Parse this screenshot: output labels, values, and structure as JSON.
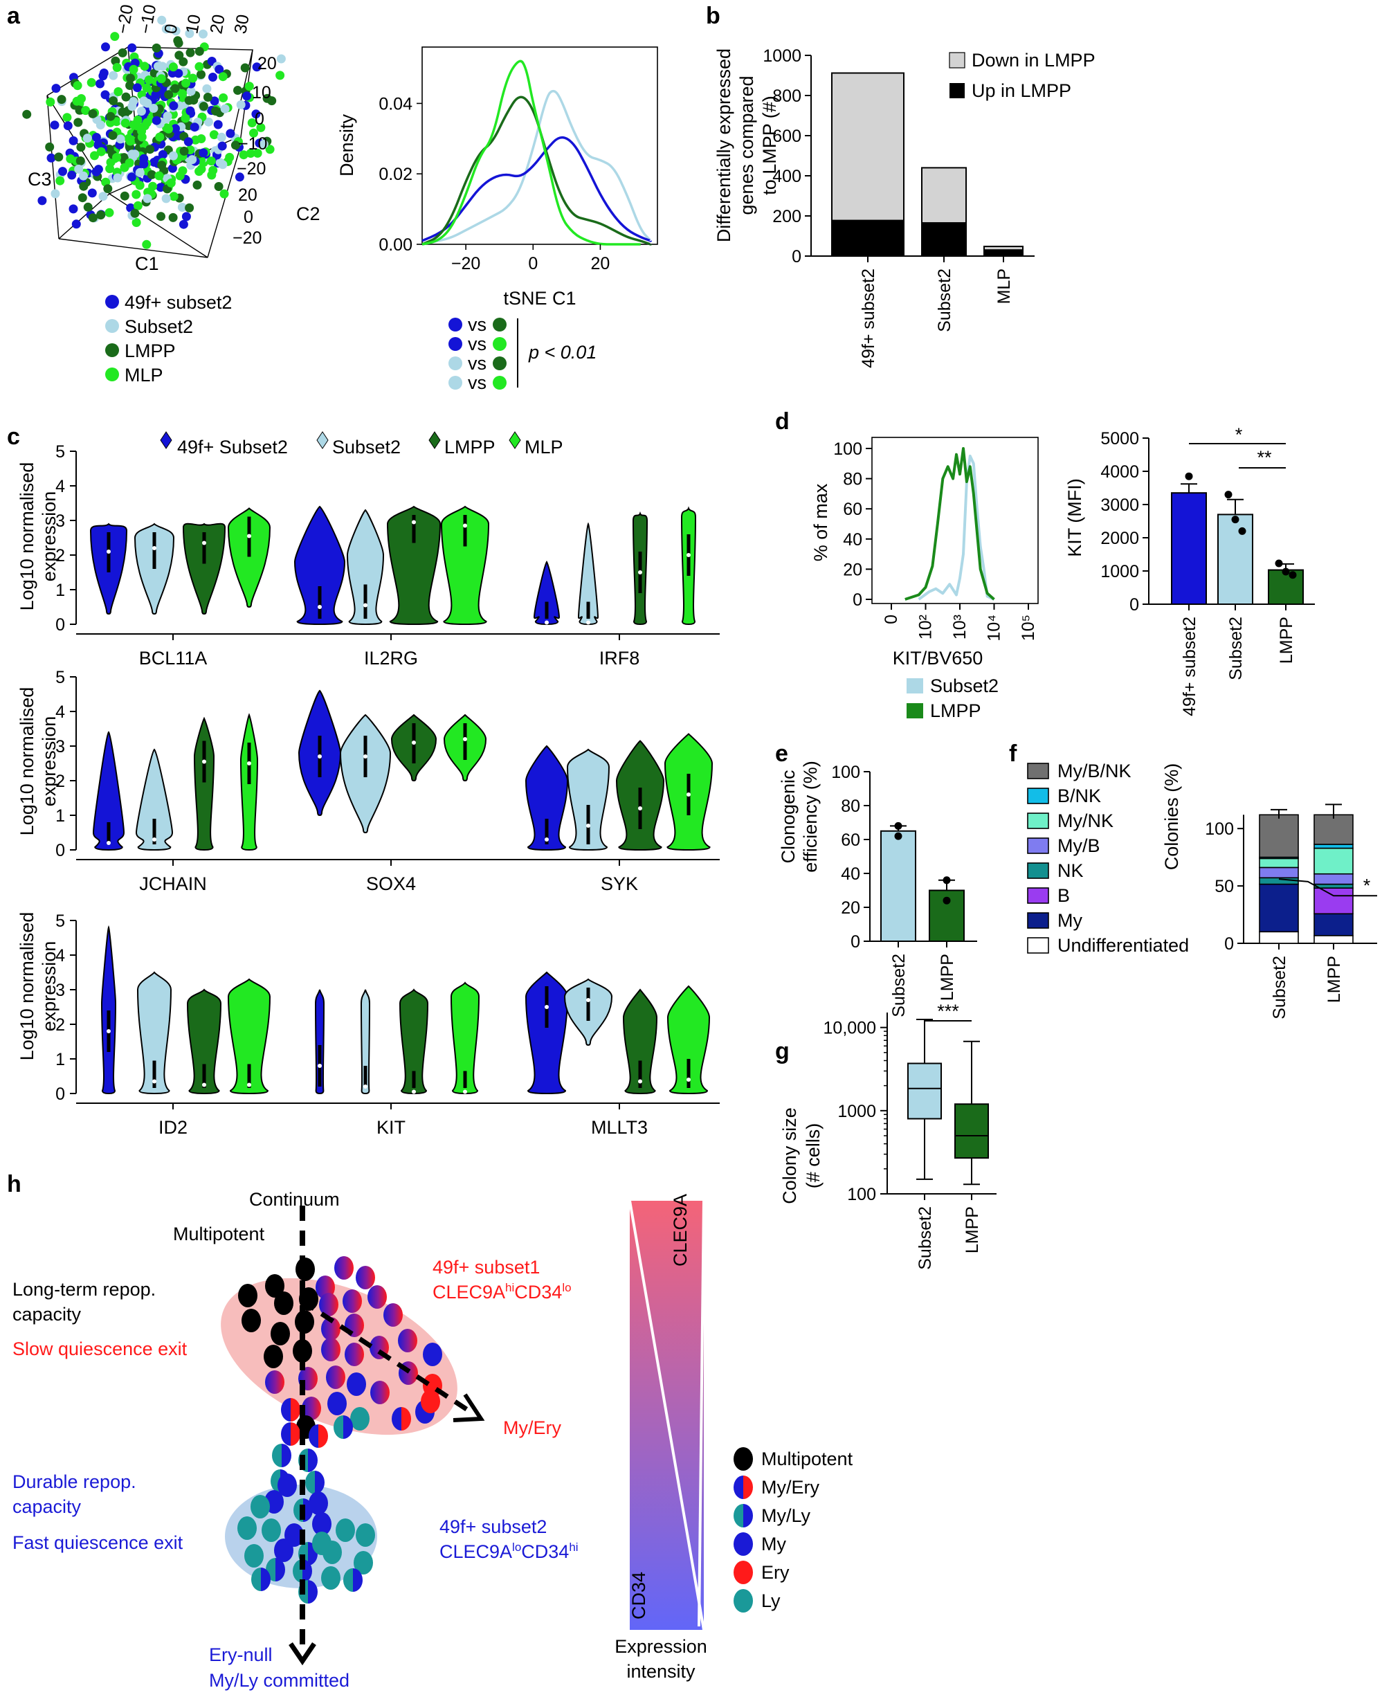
{
  "colors": {
    "f49": "#1414d6",
    "subset2": "#add8e6",
    "lmpp": "#1a6b1a",
    "mlp": "#22e822",
    "my_b_nk": "#707070",
    "b_nk": "#12bde8",
    "my_nk": "#6ff0c8",
    "my_b": "#7f7cf0",
    "nk": "#139090",
    "b": "#9a3cf0",
    "my": "#0c1f8c",
    "undiff": "#ffffff",
    "red": "#ff1a1a",
    "blue": "#1a1ad6",
    "teal": "#1a9999",
    "black": "#000000"
  },
  "panels": {
    "a": "a",
    "b": "b",
    "c": "c",
    "d": "d",
    "e": "e",
    "f": "f",
    "g": "g",
    "h": "h"
  },
  "panel_a": {
    "axis_labels": {
      "c1": "C1",
      "c2": "C2",
      "c3": "C3"
    },
    "top_ticks": [
      "−20",
      "−10",
      "0",
      "10",
      "20",
      "30"
    ],
    "right_ticks": [
      "20",
      "10",
      "0",
      "−10",
      "−20"
    ],
    "depth_ticks": [
      "20",
      "0",
      "−20"
    ],
    "legend": [
      "49f+ subset2",
      "Subset2",
      "LMPP",
      "MLP"
    ],
    "pvalue": "p < 0.01",
    "vs": "vs"
  },
  "chart_data": [
    {
      "id": "a-density",
      "type": "line",
      "xlabel": "tSNE C1",
      "ylabel": "Density",
      "xticks": [
        "−20",
        "0",
        "20"
      ],
      "yticks": [
        "0.00",
        "0.02",
        "0.04"
      ],
      "xlim": [
        -33,
        37
      ],
      "ylim": [
        0,
        0.056
      ],
      "series": [
        {
          "name": "49f+ subset2",
          "x": [
            -33,
            -28,
            -24,
            -20,
            -16,
            -12,
            -8,
            -4,
            0,
            4,
            8,
            12,
            16,
            20,
            24,
            28,
            32,
            35
          ],
          "y": [
            0.001,
            0.003,
            0.006,
            0.011,
            0.016,
            0.019,
            0.02,
            0.019,
            0.022,
            0.027,
            0.031,
            0.029,
            0.022,
            0.014,
            0.008,
            0.004,
            0.002,
            0.001
          ]
        },
        {
          "name": "Subset2",
          "x": [
            -33,
            -28,
            -24,
            -20,
            -16,
            -12,
            -8,
            -4,
            0,
            4,
            6,
            8,
            12,
            16,
            20,
            24,
            28,
            32,
            35
          ],
          "y": [
            0.0,
            0.001,
            0.002,
            0.004,
            0.006,
            0.008,
            0.01,
            0.015,
            0.027,
            0.042,
            0.044,
            0.042,
            0.032,
            0.025,
            0.024,
            0.022,
            0.014,
            0.004,
            0.001
          ]
        },
        {
          "name": "LMPP",
          "x": [
            -33,
            -28,
            -24,
            -20,
            -16,
            -12,
            -8,
            -4,
            0,
            4,
            8,
            12,
            16,
            20,
            24,
            28,
            32,
            35
          ],
          "y": [
            0.0,
            0.002,
            0.008,
            0.018,
            0.026,
            0.029,
            0.037,
            0.043,
            0.039,
            0.026,
            0.014,
            0.008,
            0.007,
            0.006,
            0.004,
            0.002,
            0.001,
            0.0
          ]
        },
        {
          "name": "MLP",
          "x": [
            -33,
            -28,
            -24,
            -20,
            -16,
            -12,
            -8,
            -4,
            -2,
            0,
            4,
            8,
            12,
            16,
            20,
            24,
            28,
            32
          ],
          "y": [
            0.0,
            0.001,
            0.005,
            0.014,
            0.025,
            0.03,
            0.047,
            0.053,
            0.05,
            0.04,
            0.025,
            0.008,
            0.003,
            0.001,
            0.0,
            0.0,
            0.0,
            0.0
          ]
        }
      ]
    },
    {
      "id": "b",
      "type": "bar",
      "stacked": true,
      "ylabel": "Differentially expressed genes compared to LMPP (#)",
      "categories": [
        "49f+ subset2",
        "Subset2",
        "MLP"
      ],
      "series": [
        {
          "name": "Up in LMPP",
          "values": [
            177,
            165,
            30
          ]
        },
        {
          "name": "Down in LMPP",
          "values": [
            735,
            275,
            18
          ]
        }
      ],
      "ylim": [
        0,
        1000
      ],
      "yticks": [
        "0",
        "200",
        "400",
        "600",
        "800",
        "1000"
      ],
      "legend_position": "top-right"
    },
    {
      "id": "c",
      "type": "violin",
      "ylabel": "Log10 normalised expression",
      "yticks": [
        "0",
        "1",
        "2",
        "3",
        "4",
        "5"
      ],
      "legend": [
        "49f+ Subset2",
        "Subset2",
        "LMPP",
        "MLP"
      ],
      "genes": [
        "BCL11A",
        "IL2RG",
        "IRF8",
        "JCHAIN",
        "SOX4",
        "SYK",
        "ID2",
        "KIT",
        "MLLT3"
      ],
      "medians": [
        [
          2.1,
          2.2,
          2.35,
          2.55
        ],
        [
          0.5,
          0.55,
          2.95,
          2.85
        ],
        [
          0.05,
          0.05,
          1.5,
          2.0
        ],
        [
          0.2,
          0.3,
          2.55,
          2.5
        ],
        [
          2.7,
          2.7,
          3.1,
          3.2
        ],
        [
          0.3,
          0.7,
          1.2,
          1.6
        ],
        [
          1.8,
          0.35,
          0.25,
          0.25
        ],
        [
          0.8,
          0.2,
          0.05,
          0.05
        ],
        [
          2.5,
          2.7,
          0.35,
          0.4
        ]
      ]
    },
    {
      "id": "d-histogram",
      "type": "line",
      "xlabel": "KIT/BV650",
      "ylabel": "% of max",
      "xticks": [
        "0",
        "10²",
        "10³",
        "10⁴",
        "10⁵"
      ],
      "yticks": [
        "0",
        "20",
        "40",
        "60",
        "80",
        "100"
      ],
      "series": [
        {
          "name": "Subset2",
          "x": [
            1.8,
            2.1,
            2.3,
            2.5,
            2.7,
            2.9,
            3.0,
            3.1,
            3.2,
            3.3,
            3.4,
            3.5,
            3.6,
            3.7,
            3.8,
            4.0
          ],
          "y": [
            0,
            5,
            7,
            4,
            10,
            3,
            14,
            30,
            78,
            95,
            90,
            60,
            35,
            20,
            2,
            0
          ]
        },
        {
          "name": "LMPP",
          "x": [
            1.4,
            1.8,
            2.0,
            2.2,
            2.35,
            2.5,
            2.65,
            2.8,
            2.9,
            3.0,
            3.1,
            3.2,
            3.3,
            3.4,
            3.6,
            3.8,
            4.0
          ],
          "y": [
            0,
            3,
            8,
            22,
            50,
            80,
            88,
            80,
            96,
            83,
            100,
            78,
            88,
            70,
            20,
            4,
            0
          ]
        }
      ]
    },
    {
      "id": "d-mfi",
      "type": "bar",
      "ylabel": "KIT (MFI)",
      "categories": [
        "49f+ subset2",
        "Subset2",
        "LMPP"
      ],
      "values": [
        3350,
        2700,
        1030
      ],
      "errors": [
        270,
        450,
        180
      ],
      "points": [
        [
          3850
        ],
        [
          3300,
          2550,
          2200
        ],
        [
          1230,
          980,
          880
        ]
      ],
      "ylim": [
        0,
        5000
      ],
      "yticks": [
        "0",
        "1000",
        "2000",
        "3000",
        "4000",
        "5000"
      ],
      "significance": [
        "*",
        "**"
      ]
    },
    {
      "id": "e",
      "type": "bar",
      "ylabel": "Clonogenic efficiency (%)",
      "categories": [
        "Subset2",
        "LMPP"
      ],
      "values": [
        65,
        30
      ],
      "errors": [
        3,
        6
      ],
      "points": [
        [
          68,
          62
        ],
        [
          36,
          24
        ]
      ],
      "ylim": [
        0,
        100
      ],
      "yticks": [
        "0",
        "20",
        "40",
        "60",
        "80",
        "100"
      ]
    },
    {
      "id": "f",
      "type": "bar",
      "stacked": true,
      "ylabel": "Colonies (%)",
      "categories": [
        "Subset2",
        "LMPP"
      ],
      "series": [
        {
          "name": "Undifferentiated",
          "values": [
            9,
            6
          ]
        },
        {
          "name": "My",
          "values": [
            37,
            17
          ]
        },
        {
          "name": "B",
          "values": [
            0,
            20
          ]
        },
        {
          "name": "NK",
          "values": [
            5,
            3
          ]
        },
        {
          "name": "My/B",
          "values": [
            8,
            8
          ]
        },
        {
          "name": "My/NK",
          "values": [
            7,
            20
          ]
        },
        {
          "name": "B/NK",
          "values": [
            1,
            3
          ]
        },
        {
          "name": "My/B/NK",
          "values": [
            33,
            23
          ]
        }
      ],
      "ylim": [
        0,
        100
      ],
      "yticks": [
        "0",
        "50",
        "100"
      ],
      "significance": [
        "*"
      ]
    },
    {
      "id": "g",
      "type": "box",
      "ylabel": "Colony size (# cells)",
      "categories": [
        "Subset2",
        "LMPP"
      ],
      "yscale": "log",
      "yticks": [
        "100",
        "1000",
        "10,000"
      ],
      "boxes": [
        {
          "min": 150,
          "q1": 800,
          "median": 1850,
          "q3": 3700,
          "max": 12500
        },
        {
          "min": 130,
          "q1": 270,
          "median": 500,
          "q3": 1200,
          "max": 6800
        }
      ],
      "significance": [
        "***"
      ]
    }
  ],
  "panel_h": {
    "continuum": "Continuum",
    "multipotent_top": "Multipotent",
    "longterm1": "Long-term repop.",
    "longterm2": "capacity",
    "slow": "Slow quiescence exit",
    "subset1_title": "49f+ subset1",
    "subset1_marker": "CLEC9A",
    "subset1_hi": "hi",
    "subset1_marker2": "CD34",
    "subset1_lo": "lo",
    "myery": "My/Ery",
    "durable1": "Durable repop.",
    "durable2": "capacity",
    "fast": "Fast quiescence exit",
    "subset2_title": "49f+ subset2",
    "subset2_marker": "CLEC9A",
    "subset2_lo": "lo",
    "subset2_marker2": "CD34",
    "subset2_hi": "hi",
    "erynull": "Ery-null",
    "myly": "My/Ly committed",
    "grad_top": "CLEC9A",
    "grad_bottom": "CD34",
    "expr1": "Expression",
    "expr2": "intensity",
    "legend": [
      "Multipotent",
      "My/Ery",
      "My/Ly",
      "My",
      "Ery",
      "Ly"
    ]
  }
}
